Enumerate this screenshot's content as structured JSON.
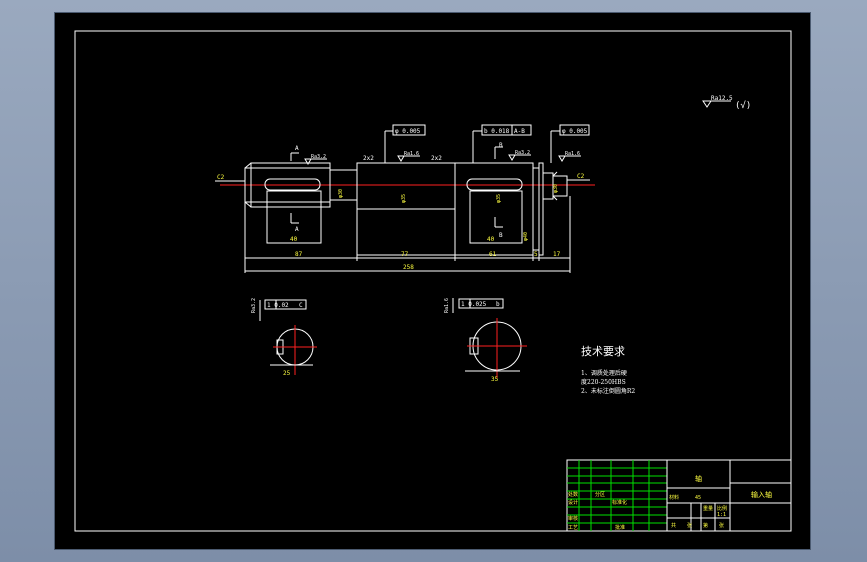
{
  "drawing": {
    "roughness_general": "Ra12.5",
    "roughness_general_suffix": "(√)",
    "chamfer_left": "C2",
    "chamfer_right": "C2",
    "geometric_tolerances": {
      "tol_1": "φ 0.005",
      "tol_2a": "b 0.018",
      "tol_2b": "A-B",
      "tol_3": "φ 0.005",
      "section_a_tol": "1 0.02",
      "section_a_ref": "C",
      "section_b_tol": "1 0.025",
      "section_b_ref": "b"
    },
    "section_marks": {
      "a_top": "A",
      "a_bottom": "A",
      "b_top": "B",
      "b_bottom": "B"
    },
    "roughness_marks": {
      "r1": "Ra3.2",
      "r2": "Ra1.6",
      "r3": "Ra3.2",
      "r4": "Ra1.6",
      "r5": "Ra3.2",
      "r6": "Ra1.6"
    },
    "chamfer_notes": {
      "c1": "2x2",
      "c2": "2x2"
    },
    "dimensions": {
      "d_87": "87",
      "d_77": "77",
      "d_61": "61",
      "d_5": "5",
      "d_17": "17",
      "d_total": "258",
      "keyway_a": "40",
      "keyway_b": "40"
    },
    "section_dims": {
      "a_width": "25",
      "b_width": "35"
    }
  },
  "tech_requirements": {
    "title": "技术要求",
    "line1": "1、调质处理后硬",
    "line2": "度220-250HBS",
    "line3": "2、未标注倒圆角R2"
  },
  "title_block": {
    "part_name": "轴",
    "drawing_no": "输入轴",
    "cells": {
      "c1": "设计",
      "c2": "审核",
      "c3": "标准化",
      "c4": "比例",
      "c5": "1:1",
      "c6": "材料",
      "c7": "45",
      "c8": "共",
      "c9": "张",
      "c10": "第",
      "c11": "张",
      "c12": "工艺",
      "c13": "批准",
      "c14": "重量",
      "c15": "处数",
      "c16": "分区"
    }
  },
  "colors": {
    "paper": "#000000",
    "line": "#ffffff",
    "frame": "#00e000",
    "centerline": "#ff2020",
    "text_annotation": "#ffff40"
  }
}
